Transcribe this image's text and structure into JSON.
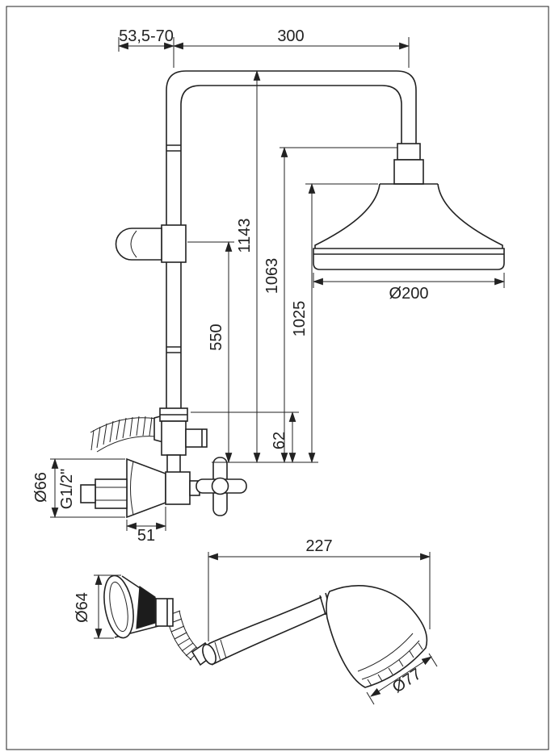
{
  "colors": {
    "line": "#222222",
    "dark": "#1c1c1c",
    "background": "#ffffff"
  },
  "overhead_shower": {
    "wall_offset_range": "53,5-70",
    "arm_length": "300",
    "total_height": "1143",
    "height_to_union": "1063",
    "height_to_head": "1025",
    "bracket_height": "550",
    "diverter_offset": "62",
    "head_diameter": "Ø200",
    "flange_diameter": "Ø66",
    "connection_thread": "G1/2\"",
    "valve_depth": "51"
  },
  "hand_shower": {
    "length": "227",
    "holder_diameter": "Ø64",
    "head_diameter": "Ø77"
  }
}
